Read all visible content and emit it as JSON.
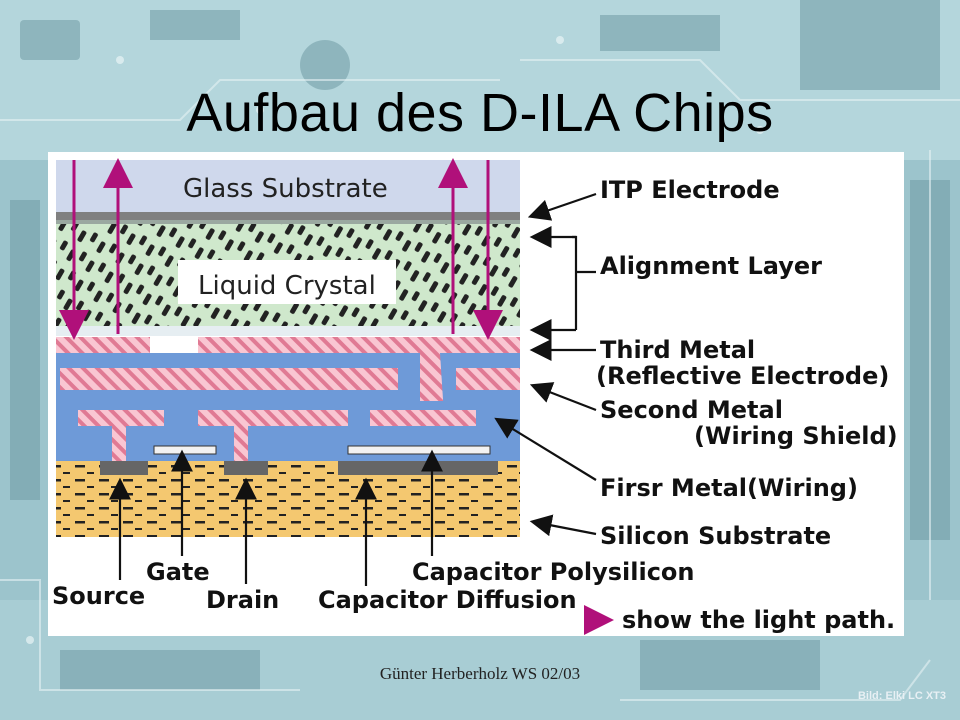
{
  "slide": {
    "title": "Aufbau des D-ILA Chips",
    "footer": "Günter Herberholz WS 02/03",
    "credit": "Bild: Elki LC XT3"
  },
  "diagram": {
    "layers": {
      "glass": "Glass Substrate",
      "liquid_crystal": "Liquid Crystal"
    },
    "labels": {
      "itp": "ITP Electrode",
      "alignment": "Alignment Layer",
      "third_metal": "Third Metal",
      "reflective": "(Reflective Electrode)",
      "second_metal": "Second Metal",
      "wiring_shield": "(Wiring Shield)",
      "first_metal": "Firsr Metal(Wiring)",
      "silicon": "Silicon Substrate",
      "source": "Source",
      "gate": "Gate",
      "drain": "Drain",
      "cap_poly": "Capacitor Polysilicon",
      "cap_diff": "Capacitor Diffusion",
      "legend": "show the light path."
    },
    "colors": {
      "glass": "#cfd8ec",
      "liquid_crystal": "#cfe8cc",
      "metal_pink": "#f4a8b8",
      "insulator_blue": "#6e9ad8",
      "silicon": "#f4c870",
      "light_path": "#b0107a"
    }
  }
}
